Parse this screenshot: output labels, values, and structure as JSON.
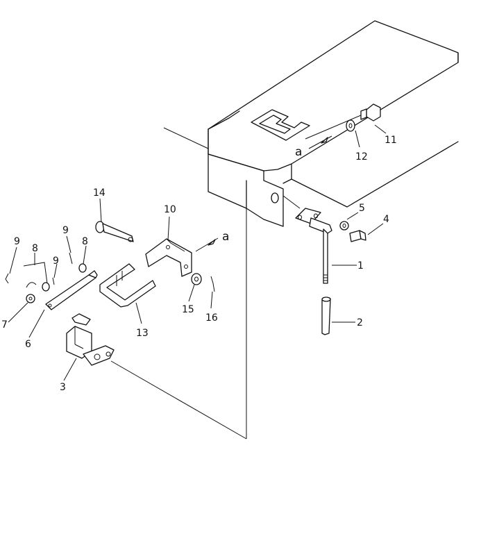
{
  "labels": {
    "p1": "1",
    "p2": "2",
    "p3": "3",
    "p4": "4",
    "p5": "5",
    "p6": "6",
    "p7": "7",
    "p8": "8",
    "p8b": "8",
    "p9a": "9",
    "p9b": "9",
    "p9c": "9",
    "p10": "10",
    "p11": "11",
    "p12": "12",
    "p13": "13",
    "p14": "14",
    "p15": "15",
    "p16": "16",
    "ref_a_left": "a",
    "ref_a_right": "a"
  }
}
